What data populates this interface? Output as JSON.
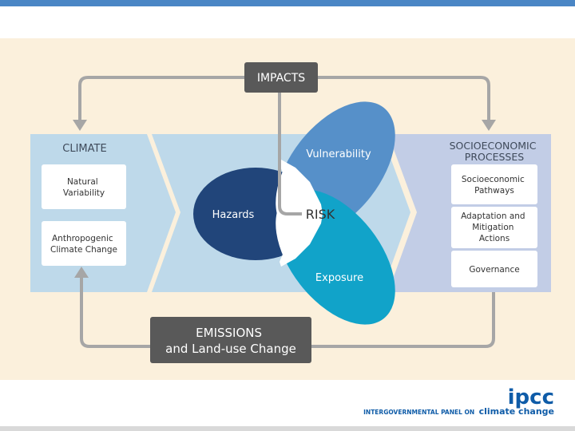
{
  "colors": {
    "top_bar": "#4a86c5",
    "background": "#fbf0dc",
    "climate_band": "#bed9ea",
    "socio_band": "#c2cde6",
    "arrow": "#a6a6a6",
    "dark_box": "#595959",
    "hazards_petal": "#21457a",
    "vulnerability_petal": "#5690c9",
    "exposure_petal": "#11a3c9",
    "ipcc_blue": "#0f5ca8"
  },
  "diagram": {
    "impacts": "IMPACTS",
    "climate": {
      "title": "CLIMATE",
      "boxes": [
        "Natural Variability",
        "Anthropogenic Climate Change"
      ]
    },
    "socioeconomic": {
      "title": "SOCIOECONOMIC PROCESSES",
      "boxes": [
        "Socioeconomic Pathways",
        "Adaptation and Mitigation Actions",
        "Governance"
      ]
    },
    "petals": {
      "vulnerability": "Vulnerability",
      "hazards": "Hazards",
      "exposure": "Exposure",
      "risk": "RISK"
    },
    "emissions": "EMISSIONS and Land-use Change"
  },
  "logo": {
    "mark": "ipcc",
    "tagline": "INTERGOVERNMENTAL PANEL ON climate change"
  }
}
